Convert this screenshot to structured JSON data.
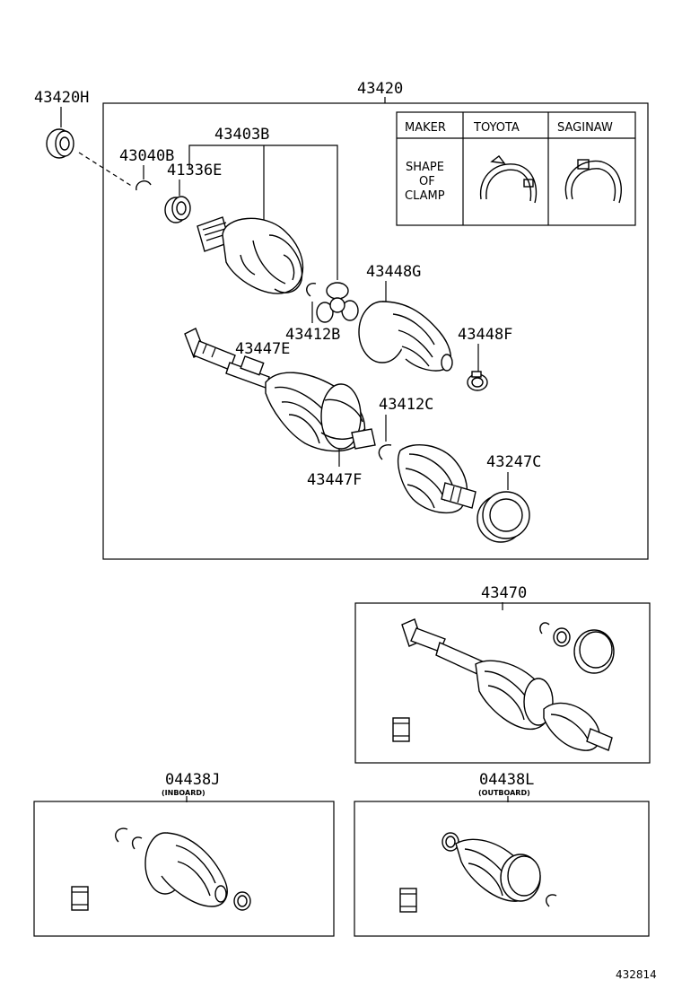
{
  "labels": {
    "assembly_main": "43420",
    "dust_seal": "43420H",
    "inboard_joint": "43403B",
    "snap_ring_a": "43040B",
    "bearing": "41336E",
    "snap_ring_b": "43412B",
    "boot_inboard": "43448G",
    "boot_clamp_f": "43448F",
    "shaft": "43447E",
    "boot_outboard": "43447F",
    "snap_ring_c": "43412C",
    "deflector": "43247C",
    "assembly_sub": "43470",
    "kit_inboard": "04438J",
    "kit_outboard": "04438L",
    "inboard_note": "(INBOARD)",
    "outboard_note": "(OUTBOARD)",
    "figure_ref": "432814"
  },
  "clamp_table": {
    "header_maker": "MAKER",
    "header_toyota": "TOYOTA",
    "header_saginaw": "SAGINAW",
    "row_label_1": "SHAPE",
    "row_label_2": "OF",
    "row_label_3": "CLAMP"
  }
}
